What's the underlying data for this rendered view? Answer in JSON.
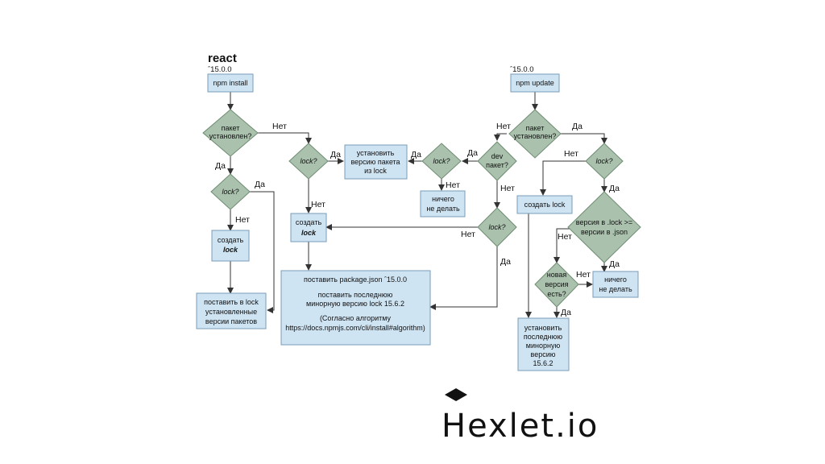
{
  "left": {
    "title": "react",
    "version": "ˆ15.0.0",
    "npm_install": "npm install",
    "installed_q": [
      "пакет",
      "установлен?"
    ],
    "lock_q": "lock?",
    "create_lock": [
      "создать",
      "lock"
    ],
    "put_in_lock": [
      "поставить в lock",
      "установленные",
      "версии пакетов"
    ]
  },
  "middle": {
    "lock_q": "lock?",
    "install_from_lock": [
      "установить",
      "версию пакета",
      "из lock"
    ],
    "create_lock": [
      "создать",
      "lock"
    ],
    "lock_q2": "lock?",
    "dev_q": [
      "dev",
      "пакет?"
    ],
    "do_nothing": [
      "ничего",
      "не делать"
    ],
    "put_box": [
      "поставить package.json ˆ15.0.0",
      "поставить последнюю",
      "минорную версию lock 15.6.2",
      "(Согласно алгоритму",
      "https://docs.npmjs.com/cli/install#algorithm)"
    ]
  },
  "right": {
    "version": "ˆ15.0.0",
    "npm_update": "npm update",
    "installed_q": [
      "пакет",
      "установлен?"
    ],
    "lock_q": "lock?",
    "create_lock": "создать lock",
    "version_q": [
      "версия в .lock >=",
      "версии в .json"
    ],
    "new_version_q": [
      "новая",
      "версия",
      "есть?"
    ],
    "do_nothing": [
      "ничего",
      "не делать"
    ],
    "install_latest": [
      "установить",
      "последнюю",
      "минорную",
      "версию",
      "15.6.2"
    ]
  },
  "labels": {
    "yes": "Да",
    "no": "Нет"
  },
  "logo": "Hexlet.io"
}
